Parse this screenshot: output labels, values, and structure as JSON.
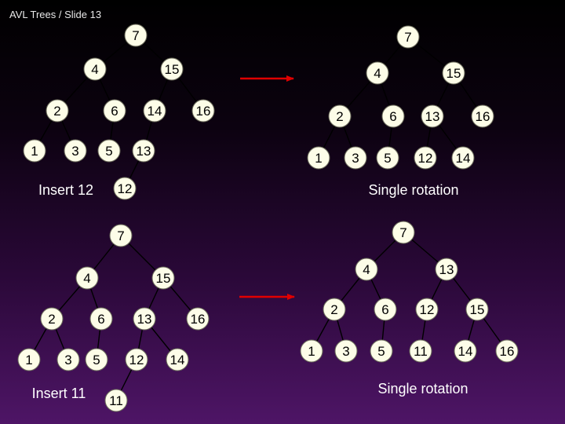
{
  "header": {
    "title": "AVL Trees / Slide 13"
  },
  "colors": {
    "node_fill": "#fdfde8",
    "node_stroke": "#6a6a5a",
    "edge": "#000000",
    "text": "#000000",
    "arrow": "#e00000",
    "caption": "#ffffff"
  },
  "trees": [
    {
      "id": "tree-1",
      "caption": "Insert 12",
      "nodes": [
        {
          "label": "7"
        },
        {
          "label": "4"
        },
        {
          "label": "15"
        },
        {
          "label": "2"
        },
        {
          "label": "6"
        },
        {
          "label": "14"
        },
        {
          "label": "16"
        },
        {
          "label": "1"
        },
        {
          "label": "3"
        },
        {
          "label": "5"
        },
        {
          "label": "13"
        },
        {
          "label": "12"
        }
      ]
    },
    {
      "id": "tree-2",
      "caption": "Single rotation",
      "nodes": [
        {
          "label": "7"
        },
        {
          "label": "4"
        },
        {
          "label": "15"
        },
        {
          "label": "2"
        },
        {
          "label": "6"
        },
        {
          "label": "13"
        },
        {
          "label": "16"
        },
        {
          "label": "1"
        },
        {
          "label": "3"
        },
        {
          "label": "5"
        },
        {
          "label": "12"
        },
        {
          "label": "14"
        }
      ]
    },
    {
      "id": "tree-3",
      "caption": "Insert 11",
      "nodes": [
        {
          "label": "7"
        },
        {
          "label": "4"
        },
        {
          "label": "15"
        },
        {
          "label": "2"
        },
        {
          "label": "6"
        },
        {
          "label": "13"
        },
        {
          "label": "16"
        },
        {
          "label": "1"
        },
        {
          "label": "3"
        },
        {
          "label": "5"
        },
        {
          "label": "12"
        },
        {
          "label": "14"
        },
        {
          "label": "11"
        }
      ]
    },
    {
      "id": "tree-4",
      "caption": "Single rotation",
      "nodes": [
        {
          "label": "7"
        },
        {
          "label": "4"
        },
        {
          "label": "13"
        },
        {
          "label": "2"
        },
        {
          "label": "6"
        },
        {
          "label": "12"
        },
        {
          "label": "15"
        },
        {
          "label": "1"
        },
        {
          "label": "3"
        },
        {
          "label": "5"
        },
        {
          "label": "11"
        },
        {
          "label": "14"
        },
        {
          "label": "16"
        }
      ]
    }
  ]
}
